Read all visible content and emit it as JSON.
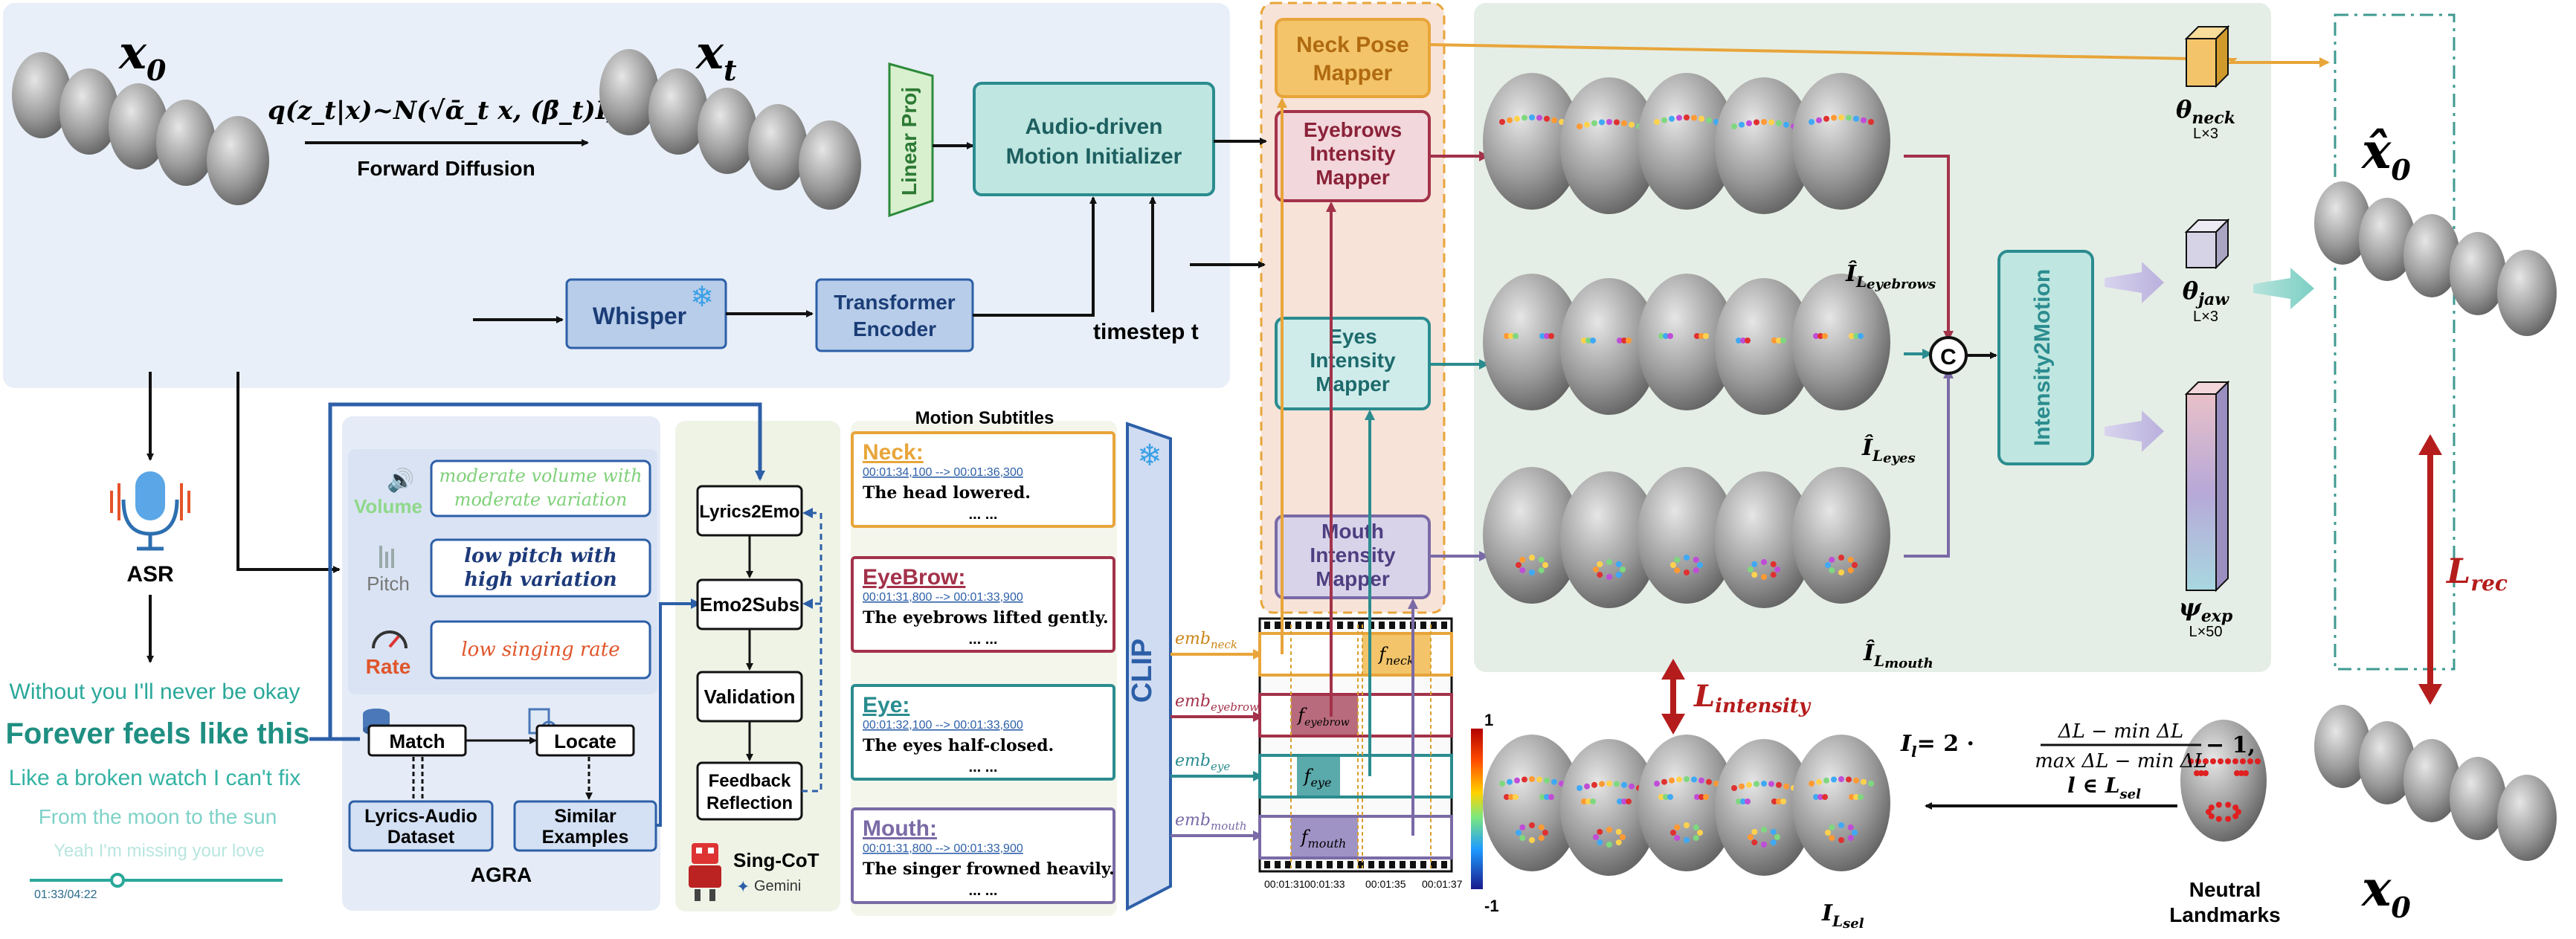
{
  "colors": {
    "top_panel": "#e8eff8",
    "right_panel": "#e5eee6",
    "mapper_panel": "#f5dccf",
    "neck": "#f3c46a",
    "eyebrow": "#a3324a",
    "eye": "#2b8c8f",
    "mouth": "#7a6aa6",
    "motion_box": "#bfe6e0",
    "whisper_box": "#b8cde9",
    "arrow_orange": "#e8a53a",
    "loss_red": "#b51c1c"
  },
  "top": {
    "x0_label": "x",
    "x0_sub": "0",
    "xt_label": "x",
    "xt_sub": "t",
    "forward_formula": "q(z_t|x)~N(√ᾱ_t x, (β̄_t)I)",
    "forward_diffusion": "Forward Diffusion",
    "linear_proj": "Linear Proj",
    "motion_initializer": [
      "Audio-driven",
      "Motion Initializer"
    ],
    "whisper": "Whisper",
    "transformer_encoder": [
      "Transformer",
      "Encoder"
    ],
    "timestep": "timestep t"
  },
  "left": {
    "asr": "ASR",
    "lyrics": [
      "Without you I'll never be okay",
      "Forever feels like this",
      "Like a broken watch I can't fix",
      "From the moon to the sun",
      "Yeah I'm missing your love"
    ],
    "player_time": "01:33/04:22"
  },
  "agra": {
    "title": "AGRA",
    "volume_label": "Volume",
    "volume_text": [
      "moderate volume with",
      "moderate variation"
    ],
    "pitch_label": "Pitch",
    "pitch_text": [
      "low pitch with",
      "high variation"
    ],
    "rate_label": "Rate",
    "rate_text": "low singing rate",
    "match": "Match",
    "locate": "Locate",
    "dataset": [
      "Lyrics-Audio",
      "Dataset"
    ],
    "examples": [
      "Similar",
      "Examples"
    ]
  },
  "singcot": {
    "steps": [
      "Lyrics2Emo",
      "Emo2Subs",
      "Validation",
      "Feedback",
      "Reflection"
    ],
    "title": "Sing-CoT",
    "gemini": "Gemini"
  },
  "subtitles": {
    "title": "Motion Subtitles",
    "neck": {
      "name": "Neck:",
      "time": "00:01:34,100 --> 00:01:36,300",
      "text": "The head lowered."
    },
    "eyebrow": {
      "name": "EyeBrow:",
      "time": "00:01:31,800 --> 00:01:33,900",
      "text": "The eyebrows lifted gently."
    },
    "eye": {
      "name": "Eye:",
      "time": "00:01:32,100 --> 00:01:33,600",
      "text": "The eyes half-closed."
    },
    "mouth": {
      "name": "Mouth:",
      "time": "00:01:31,800 --> 00:01:33,900",
      "text": "The singer frowned heavily."
    },
    "ellipsis": "... ...",
    "clip": "CLIP"
  },
  "film": {
    "emb_neck": "emb",
    "emb_neck_sub": "neck",
    "emb_eyebrow": "emb",
    "emb_eyebrow_sub": "eyebrow",
    "emb_eye": "emb",
    "emb_eye_sub": "eye",
    "emb_mouth": "emb",
    "emb_mouth_sub": "mouth",
    "f_neck": "neck",
    "f_eyebrow": "eyebrow",
    "f_eye": "eye",
    "f_mouth": "mouth",
    "times": [
      "00:01:31",
      "00:01:33",
      "00:01:35",
      "00:01:37"
    ],
    "colorbar_top": "1",
    "colorbar_bottom": "-1"
  },
  "mappers": {
    "neck": [
      "Neck Pose",
      "Mapper"
    ],
    "eyebrows": [
      "Eyebrows",
      "Intensity",
      "Mapper"
    ],
    "eyes": [
      "Eyes",
      "Intensity",
      "Mapper"
    ],
    "mouth": [
      "Mouth",
      "Intensity",
      "Mapper"
    ]
  },
  "right": {
    "l_eyebrows": "eyebrows",
    "l_eyes": "eyes",
    "l_mouth": "mouth",
    "concat": "C",
    "intensity2motion": "Intensity2Motion",
    "theta_neck": "θ",
    "theta_neck_sub": "neck",
    "theta_neck_dim": "L×3",
    "theta_jaw": "θ",
    "theta_jaw_sub": "jaw",
    "theta_jaw_dim": "L×3",
    "psi_exp": "ψ",
    "psi_exp_sub": "exp",
    "psi_exp_dim": "L×50",
    "xhat_label": "x̂",
    "xhat_sub": "0",
    "x0_label": "x",
    "x0_sub": "0",
    "loss_rec": "L",
    "loss_rec_sub": "rec",
    "loss_intensity": "L",
    "loss_intensity_sub": "intensity",
    "formula_lhs": "I",
    "formula_num": "ΔL  − min ΔL",
    "formula_den": "max ΔL  − min ΔL",
    "formula_pre": "= 2 ·",
    "formula_post": "− 1,",
    "formula_cond": "l ∈ L",
    "formula_cond_sub": "sel",
    "neutral": [
      "Neutral",
      "Landmarks"
    ],
    "l_sel": "sel"
  }
}
